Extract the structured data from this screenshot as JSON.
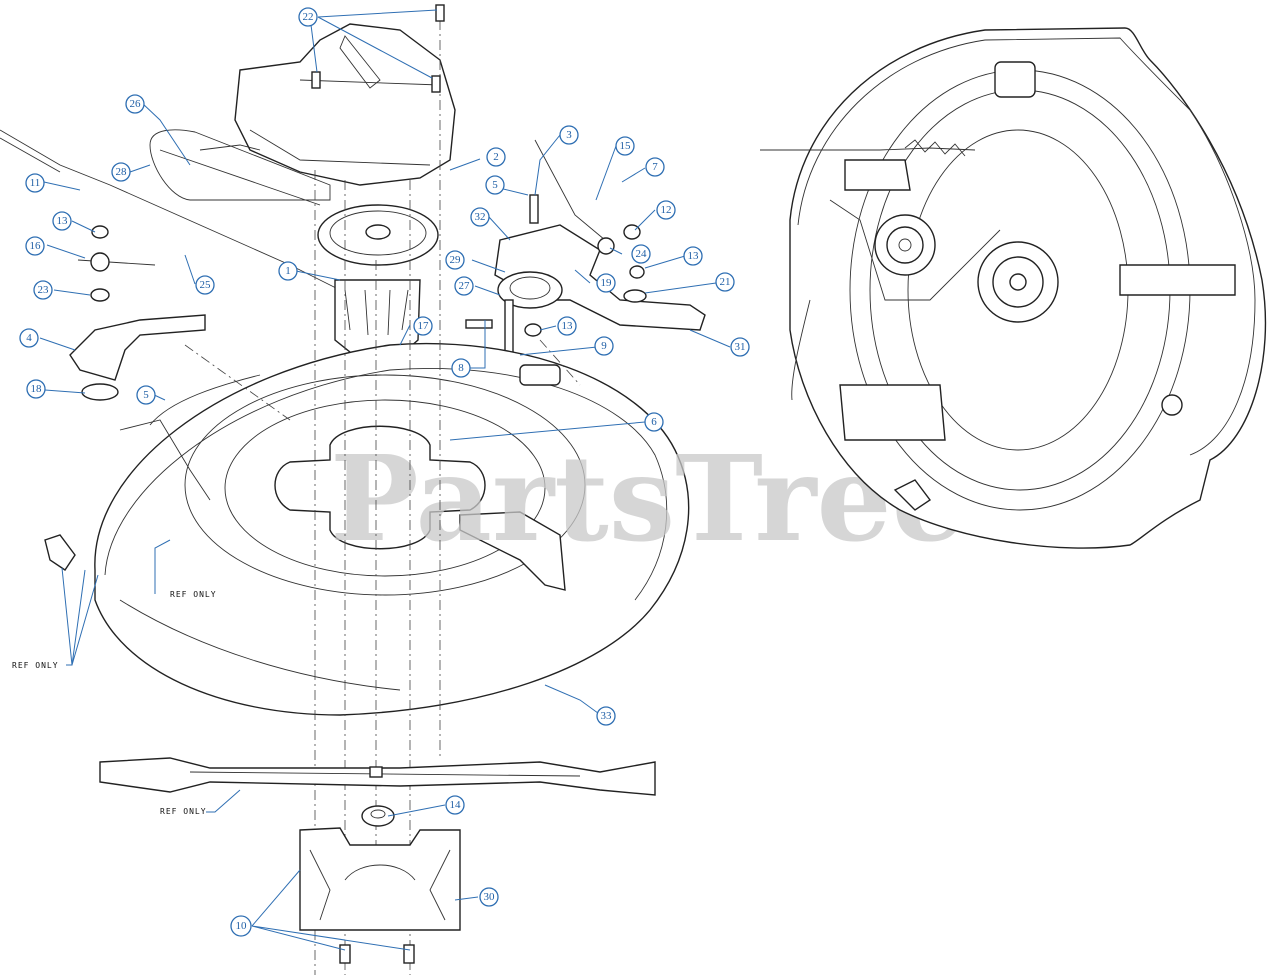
{
  "watermark": "PartsTree",
  "ref_labels": {
    "ref_a": "REF ONLY",
    "ref_b": "REF ONLY",
    "ref_c": "REF ONLY"
  },
  "callouts": [
    {
      "id": "c1",
      "label": "1"
    },
    {
      "id": "c2",
      "label": "2"
    },
    {
      "id": "c3",
      "label": "3"
    },
    {
      "id": "c4",
      "label": "4"
    },
    {
      "id": "c5a",
      "label": "5"
    },
    {
      "id": "c5b",
      "label": "5"
    },
    {
      "id": "c6",
      "label": "6"
    },
    {
      "id": "c7",
      "label": "7"
    },
    {
      "id": "c8",
      "label": "8"
    },
    {
      "id": "c9",
      "label": "9"
    },
    {
      "id": "c10",
      "label": "10"
    },
    {
      "id": "c11",
      "label": "11"
    },
    {
      "id": "c12",
      "label": "12"
    },
    {
      "id": "c13a",
      "label": "13"
    },
    {
      "id": "c13b",
      "label": "13"
    },
    {
      "id": "c13c",
      "label": "13"
    },
    {
      "id": "c14",
      "label": "14"
    },
    {
      "id": "c15",
      "label": "15"
    },
    {
      "id": "c16",
      "label": "16"
    },
    {
      "id": "c17",
      "label": "17"
    },
    {
      "id": "c18",
      "label": "18"
    },
    {
      "id": "c19",
      "label": "19"
    },
    {
      "id": "c21",
      "label": "21"
    },
    {
      "id": "c22",
      "label": "22"
    },
    {
      "id": "c23",
      "label": "23"
    },
    {
      "id": "c24",
      "label": "24"
    },
    {
      "id": "c25",
      "label": "25"
    },
    {
      "id": "c26",
      "label": "26"
    },
    {
      "id": "c27",
      "label": "27"
    },
    {
      "id": "c28",
      "label": "28"
    },
    {
      "id": "c29",
      "label": "29"
    },
    {
      "id": "c30",
      "label": "30"
    },
    {
      "id": "c31",
      "label": "31"
    },
    {
      "id": "c32",
      "label": "32"
    },
    {
      "id": "c33",
      "label": "33"
    }
  ]
}
